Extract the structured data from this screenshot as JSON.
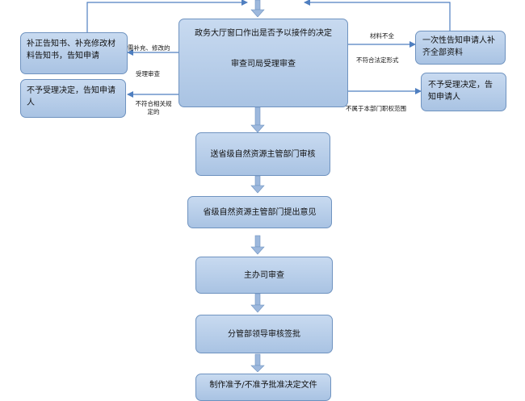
{
  "nodes": {
    "main_line1": "政务大厅窗口作出是否予以接件的决定",
    "main_line2": "审查司局受理审查",
    "left_correct": "补正告知书、补充修改材料告知书，告知申请",
    "left_reject": "不予受理决定，告知申请人",
    "right_notify": "一次性告知申请人补齐全部资料",
    "right_reject": "不予受理决定，告知申请人",
    "step1": "送省级自然资源主管部门审核",
    "step2": "省级自然资源主管部门提出意见",
    "step3": "主办司审查",
    "step4": "分管部领导审核签批",
    "step5": "制作准予/不准予批准决定文件"
  },
  "labels": {
    "need_supplement": "需补充、修改的",
    "accept_review": "受理审查",
    "not_relevant": "不符合相关规定的",
    "incomplete": "材料不全",
    "wrong_format": "不符合法定形式",
    "out_of_scope": "不属于本部门职权范围"
  },
  "colors": {
    "box_fill_top": "#c8daf0",
    "box_fill_bottom": "#a9c3e3",
    "box_border": "#6f93c0",
    "arrow": "#8aa9d4",
    "line": "#4f7fc0"
  }
}
